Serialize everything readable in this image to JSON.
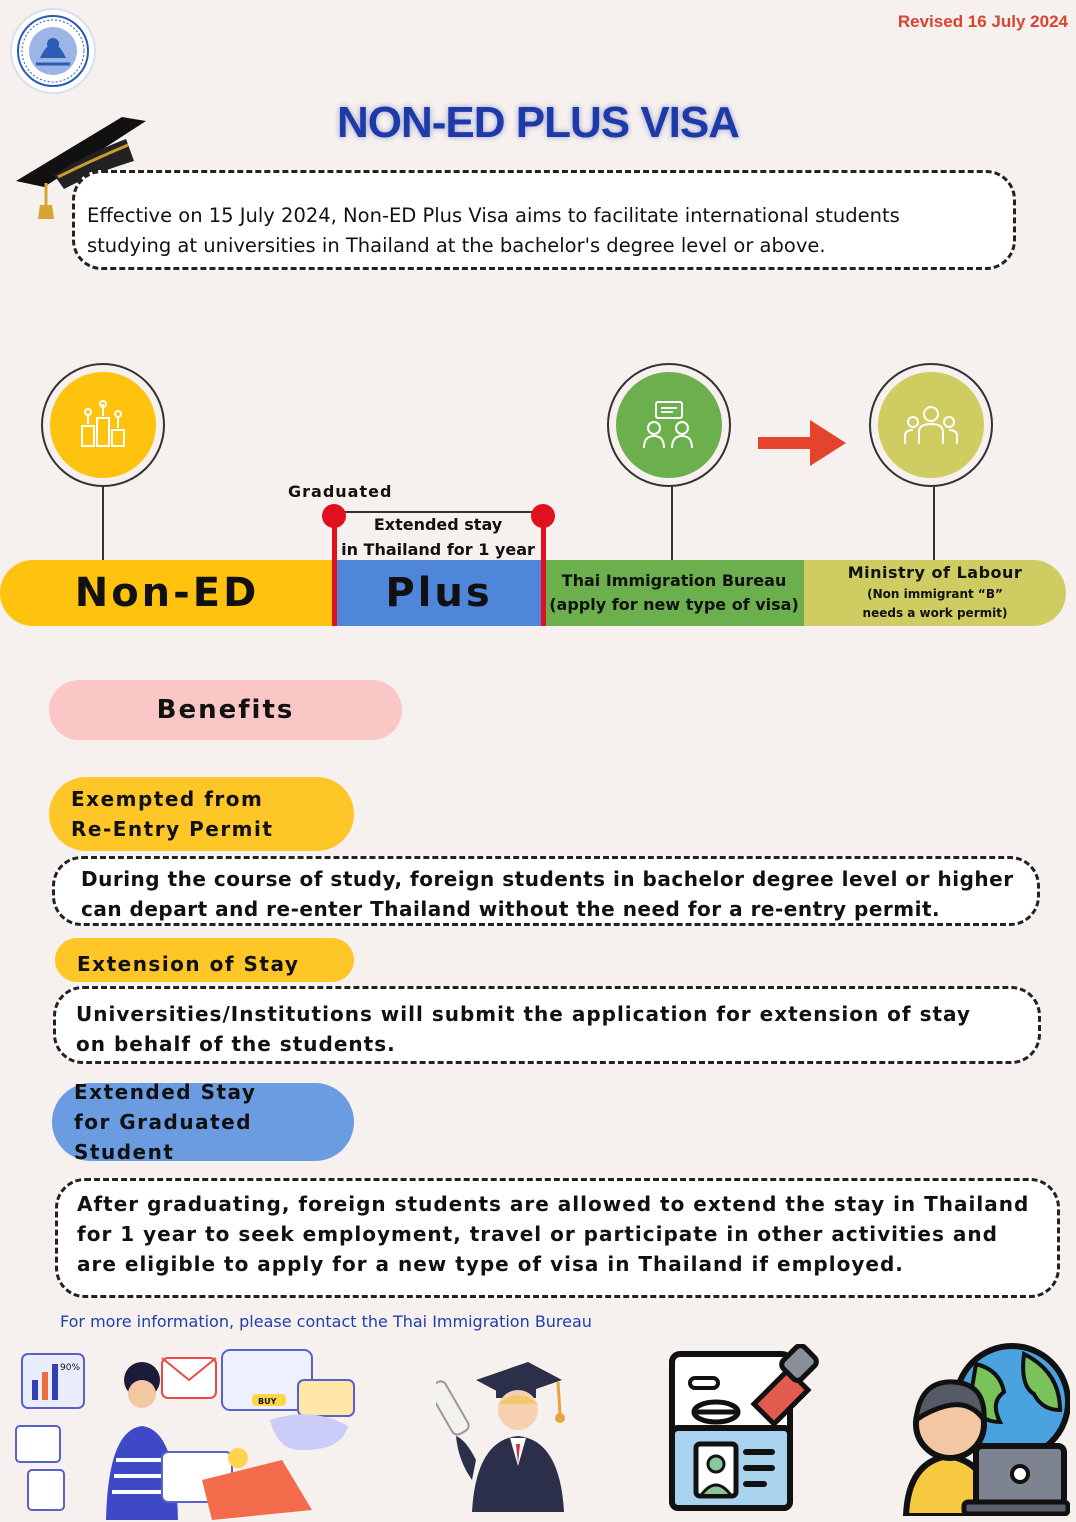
{
  "header": {
    "revised": "Revised 16 July 2024",
    "title": "NON-ED PLUS VISA"
  },
  "intro": {
    "line1": "Effective on 15 July 2024, Non-ED Plus Visa aims to facilitate international students",
    "line2": "studying at universities in Thailand at the bachelor's degree level or above."
  },
  "timeline": {
    "graduated": "Graduated",
    "extended_line1": "Extended stay",
    "extended_line2": "in Thailand for 1 year",
    "non_ed": "Non-ED",
    "plus": "Plus",
    "immigration_line1": "Thai Immigration Bureau",
    "immigration_line2": "(apply for new type of visa)",
    "labour_line1": "Ministry of Labour",
    "labour_line2": "(Non immigrant “B”",
    "labour_line3": "needs a work permit)"
  },
  "benefits": {
    "heading": "Benefits",
    "items": [
      {
        "title_line1": "Exempted from",
        "title_line2": "Re-Entry Permit",
        "desc_line1": "During the course of study, foreign students in bachelor degree level or higher",
        "desc_line2": "can depart and re-enter Thailand without the need for a re-entry permit."
      },
      {
        "title_line1": "Extension of Stay",
        "desc_line1": "Universities/Institutions will submit the application for extension of stay",
        "desc_line2": "on behalf of the students."
      },
      {
        "title_line1": "Extended Stay",
        "title_line2": "for Graduated Student",
        "desc_line1": "After graduating, foreign students are allowed to extend the stay in Thailand",
        "desc_line2": "for 1 year to seek employment, travel or participate in other activities and",
        "desc_line3": "are eligible to apply for a new type of visa in Thailand if employed."
      }
    ]
  },
  "footer": {
    "contact": "For more information, please contact the Thai Immigration Bureau"
  },
  "illustrations": {
    "stats_label_1": "90%",
    "stats_label_2": "BUY"
  },
  "colors": {
    "yellow": "#ffc20e",
    "blue": "#4f86d9",
    "green": "#6bb04c",
    "olive": "#cfcd62",
    "pink": "#fbc6c6",
    "title_blue": "#1e3aa8",
    "red": "#e0101e"
  }
}
